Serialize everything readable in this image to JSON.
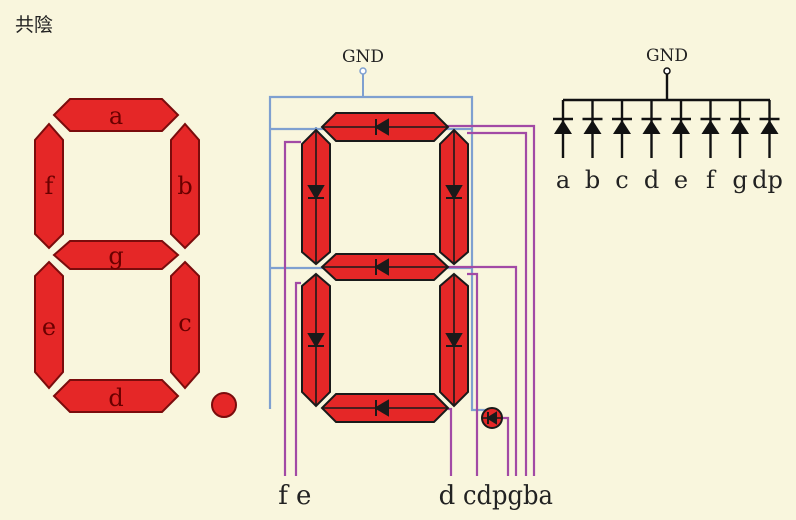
{
  "title": "共陰",
  "ground_label": "GND",
  "segment_letters": [
    "a",
    "b",
    "c",
    "d",
    "e",
    "f",
    "g"
  ],
  "pin_labels_left": [
    "f",
    "e"
  ],
  "pin_labels_right": [
    "d",
    "cdpgba"
  ],
  "common_pins": [
    "a",
    "b",
    "c",
    "d",
    "e",
    "f",
    "g",
    "dp"
  ],
  "colors": {
    "segment_fill": "#e52727",
    "segment_outline": "#7a0c0c",
    "common_wire": "#7fa0d0",
    "signal_wire": "#a24aa5",
    "ground_symbol": "#999999",
    "background": "#f9f6dd"
  }
}
